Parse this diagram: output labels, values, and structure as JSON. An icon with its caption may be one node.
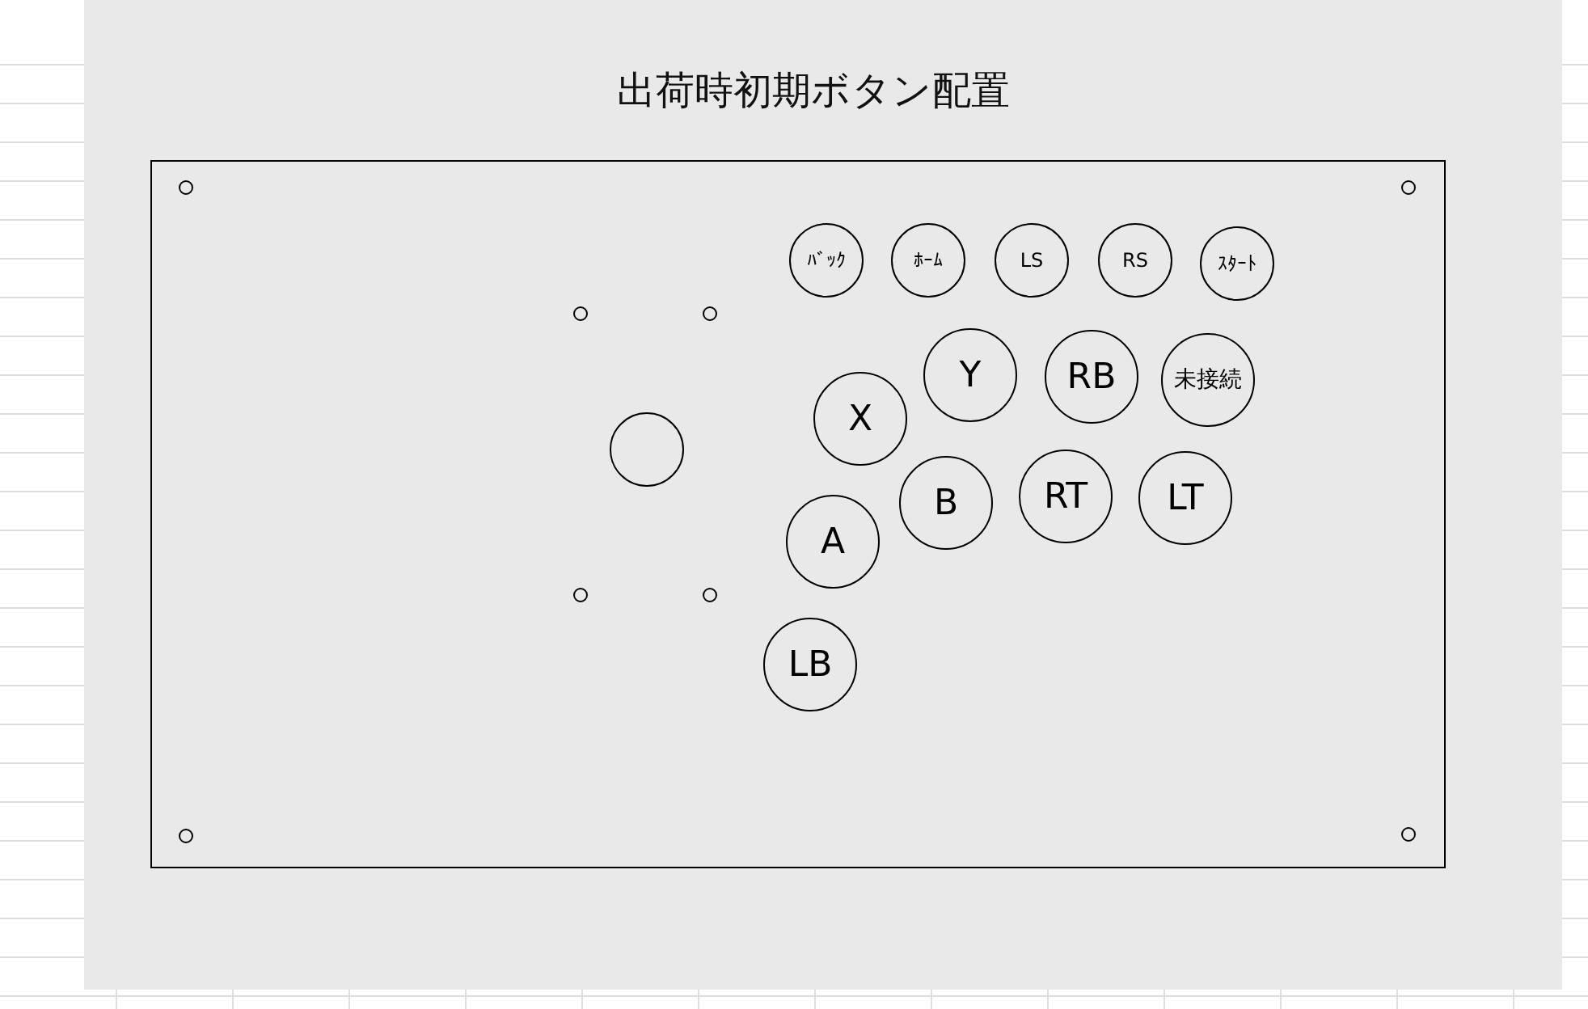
{
  "diagram": {
    "title": "出荷時初期ボタン配置",
    "nodes": [
      {
        "text": [],
        "shape": "box"
      },
      {
        "text": [],
        "shape": "circle",
        "in": 0
      },
      {
        "text": [
          "ﾊﾞｯｸ"
        ],
        "in": 0
      },
      {
        "text": [
          "ﾎｰﾑ"
        ],
        "in": 0
      },
      {
        "text": [
          "LS"
        ],
        "in": 0
      },
      {
        "text": [
          "RS"
        ],
        "in": 0
      },
      {
        "text": [
          "ｽﾀｰﾄ"
        ],
        "in": 0
      },
      {
        "text": [
          "Y"
        ],
        "in": 0
      },
      {
        "text": [
          "RB"
        ],
        "in": 0
      },
      {
        "text": [
          "未接続"
        ],
        "in": 0
      },
      {
        "text": [
          "X"
        ],
        "in": 0
      },
      {
        "text": [
          "B"
        ],
        "in": 0
      },
      {
        "text": [
          "RT"
        ],
        "in": 0
      },
      {
        "text": [
          "LT"
        ],
        "in": 0
      },
      {
        "text": [
          "A"
        ],
        "in": 0
      },
      {
        "text": [
          "LB"
        ],
        "in": 0
      }
    ]
  }
}
